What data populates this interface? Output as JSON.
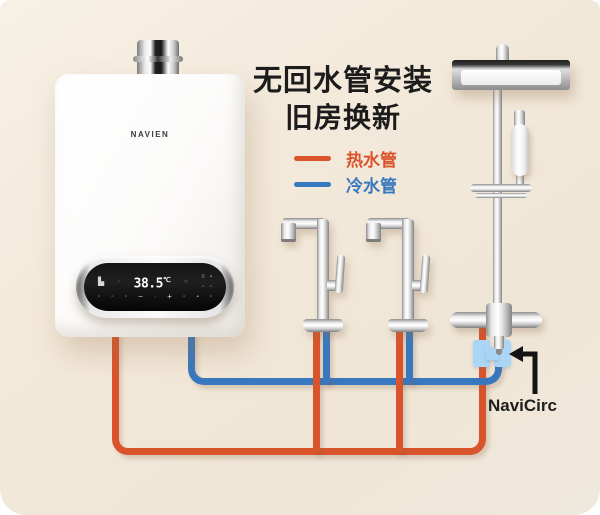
{
  "title": {
    "line1": "无回水管安装",
    "line2": "旧房换新"
  },
  "legend": {
    "items": [
      {
        "label": "热水管",
        "color": "#d9542b"
      },
      {
        "label": "冷水管",
        "color": "#3878be"
      }
    ]
  },
  "heater": {
    "brand": "NAVIEN",
    "display": {
      "temperature": "38.5",
      "unit": "℃",
      "icons": {
        "bath": "▙",
        "mode": "◦",
        "power": "○",
        "wifi": "≡",
        "person": "▪",
        "m1": "▫",
        "m2": "▫",
        "b1": "▫",
        "b2": "▫",
        "b3": "▫",
        "minus": "−",
        "dot": "·",
        "plus": "+",
        "b4": "▫",
        "b5": "▪",
        "b6": "▫"
      }
    }
  },
  "annotation": {
    "label": "NaviCirc"
  },
  "pipes": {
    "hot": {
      "name": "hot-water-pipe",
      "color": "#d9542b"
    },
    "cold": {
      "name": "cold-water-pipe",
      "color": "#3878be"
    },
    "navicirc_color": "#abd5f5"
  }
}
